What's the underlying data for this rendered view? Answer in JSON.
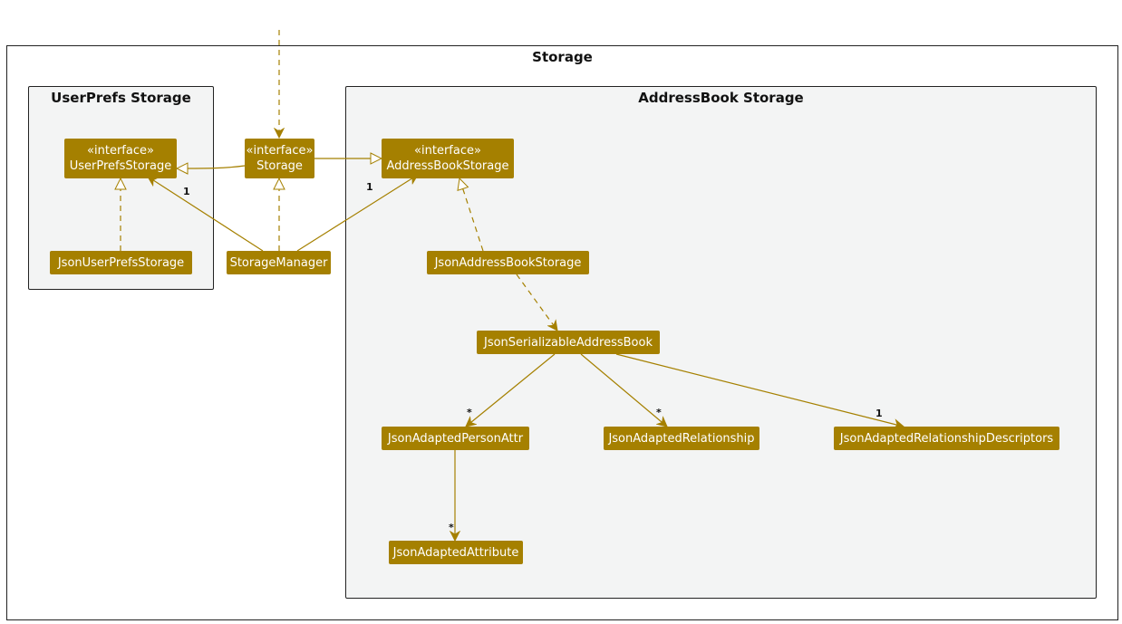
{
  "colors": {
    "class_fill": "#a58000",
    "edge": "#a58000",
    "package_fill": "#f3f4f4",
    "border": "#222222"
  },
  "storage_frame": {
    "title": "Storage"
  },
  "userprefs_package": {
    "title": "UserPrefs Storage"
  },
  "addressbook_package": {
    "title": "AddressBook Storage"
  },
  "classes": {
    "userprefs_storage": {
      "stereotype": "«interface»",
      "name": "UserPrefsStorage"
    },
    "storage": {
      "stereotype": "«interface»",
      "name": "Storage"
    },
    "addressbook_storage": {
      "stereotype": "«interface»",
      "name": "AddressBookStorage"
    },
    "json_userprefs_storage": {
      "name": "JsonUserPrefsStorage"
    },
    "storage_manager": {
      "name": "StorageManager"
    },
    "json_addressbook_storage": {
      "name": "JsonAddressBookStorage"
    },
    "json_serializable_addressbook": {
      "name": "JsonSerializableAddressBook"
    },
    "json_adapted_person_attr": {
      "name": "JsonAdaptedPersonAttr"
    },
    "json_adapted_relationship": {
      "name": "JsonAdaptedRelationship"
    },
    "json_adapted_relationship_descriptors": {
      "name": "JsonAdaptedRelationshipDescriptors"
    },
    "json_adapted_attribute": {
      "name": "JsonAdaptedAttribute"
    }
  },
  "multiplicities": {
    "manager_to_userprefs": "1",
    "manager_to_addressbook": "1",
    "to_person_attr": "*",
    "to_relationship": "*",
    "to_descriptors": "1",
    "to_attribute": "*"
  }
}
